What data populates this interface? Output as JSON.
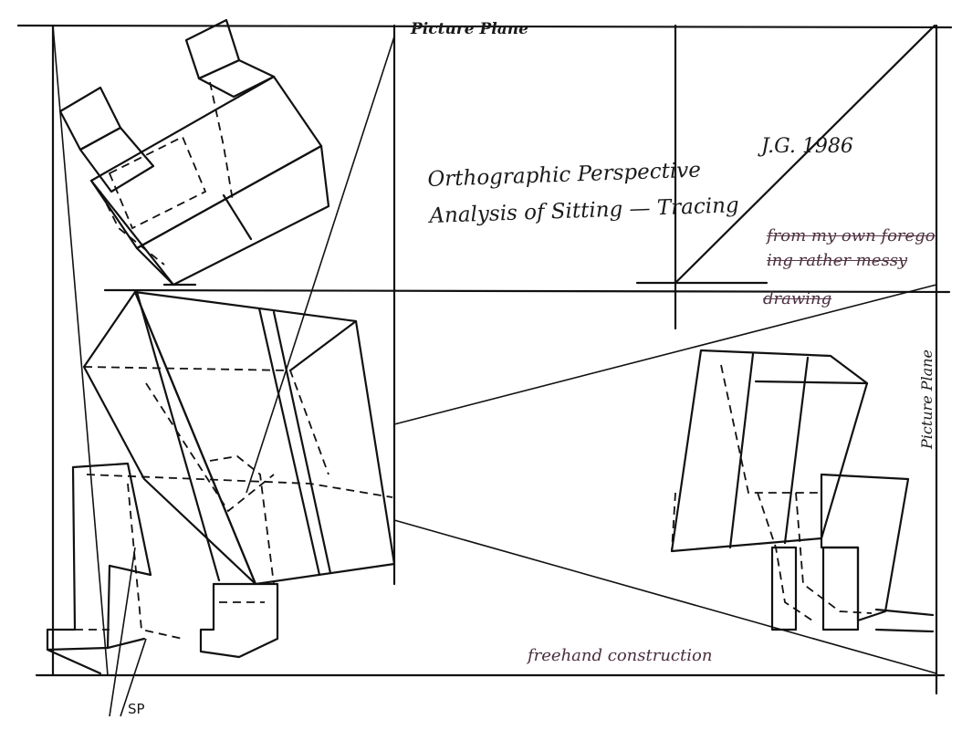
{
  "labels": {
    "picture_plane_top": "Picture Plane",
    "picture_plane_right": "Picture Plane",
    "title_line1": "Orthographic Perspective",
    "title_line2": "Analysis of Sitting — Tracing",
    "signature": "J.G. 1986",
    "note_line1": "from my own forego",
    "note_line2": "ing rather messy",
    "note_line3": "drawing",
    "freehand": "freehand construction",
    "station_point": "SP"
  },
  "colors": {
    "ink": "#111111",
    "annotation_ink": "#4a2e3e",
    "paper": "#ffffff"
  }
}
